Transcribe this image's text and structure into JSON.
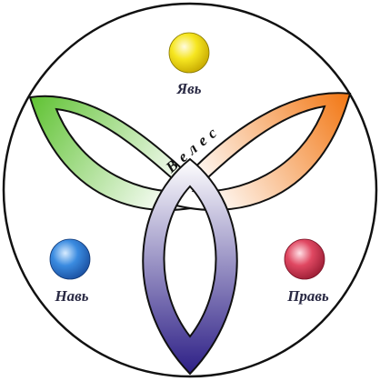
{
  "diagram": {
    "center_word": "Велес",
    "nodes": [
      {
        "id": "yav",
        "label": "Явь",
        "color": "#f4e21a"
      },
      {
        "id": "nav",
        "label": "Навь",
        "color": "#2f7fd6"
      },
      {
        "id": "prav",
        "label": "Правь",
        "color": "#d9425a"
      }
    ]
  },
  "colors": {
    "ring": "#111111",
    "loop_left": "#6ec842",
    "loop_right": "#f07a1e",
    "loop_bottom": "#3a2e8e"
  }
}
